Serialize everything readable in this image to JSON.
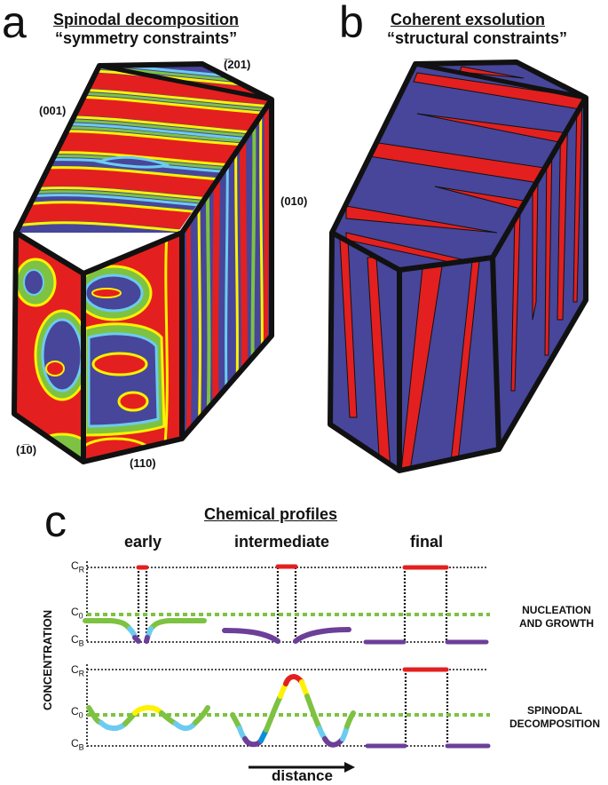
{
  "panel_a": {
    "letter": "a",
    "title": "Spinodal decomposition",
    "subtitle": "“symmetry constraints”",
    "faces": {
      "f201": "(̅201)",
      "f001": "(001)",
      "f010": "(010)",
      "f1m10": "(1̅0)",
      "f110": "(110)"
    }
  },
  "panel_b": {
    "letter": "b",
    "title": "Coherent exsolution",
    "subtitle": "“structural constraints”"
  },
  "panel_c": {
    "letter": "c",
    "title": "Chemical profiles",
    "stages": [
      "early",
      "intermediate",
      "final"
    ],
    "y_axis_label": "CONCENTRATION",
    "x_axis_label": "distance",
    "levels": {
      "CR": "C",
      "CR_sub": "R",
      "C0": "C",
      "C0_sub": "0",
      "CB": "C",
      "CB_sub": "B"
    },
    "rows": [
      {
        "label_line1": "NUCLEATION",
        "label_line2": "AND GROWTH"
      },
      {
        "label_line1": "SPINODAL",
        "label_line2": "DECOMPOSITION"
      }
    ]
  },
  "colors": {
    "red": "#e3201f",
    "yellow": "#fff200",
    "green": "#7dc242",
    "lightblue": "#6ccbf0",
    "blue": "#0a8fd6",
    "navy": "#47469a",
    "purple": "#6c3f99",
    "outline": "#111111"
  },
  "chart_data": {
    "type": "line",
    "title": "Chemical profiles",
    "xlabel": "distance",
    "ylabel": "CONCENTRATION",
    "y_levels": [
      "C_B",
      "C_0",
      "C_R"
    ],
    "series": [
      {
        "name": "Nucleation and growth - early",
        "description": "matrix near C0 dipping to C_B adjacent to a narrow precipitate at C_R"
      },
      {
        "name": "Nucleation and growth - intermediate",
        "description": "wider precipitate at C_R, depleted matrix between C_B and C_0"
      },
      {
        "name": "Nucleation and growth - final",
        "description": "wide precipitate at C_R, matrix fully at C_B"
      },
      {
        "name": "Spinodal decomposition - early",
        "description": "low-amplitude sinusoid around C_0"
      },
      {
        "name": "Spinodal decomposition - intermediate",
        "description": "large-amplitude sinusoid from near C_B to near C_R"
      },
      {
        "name": "Spinodal decomposition - final",
        "description": "square wave between C_B and C_R"
      }
    ]
  }
}
